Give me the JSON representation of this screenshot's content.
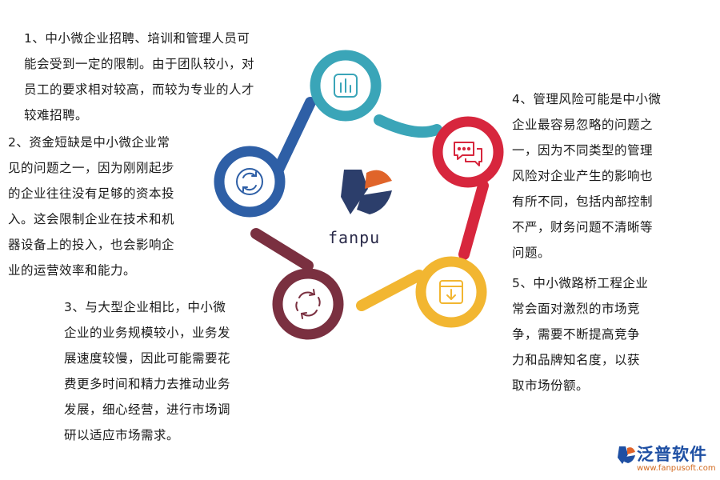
{
  "paragraphs": {
    "p1": "1、中小微企业招聘、培训和管理人员可\n能会受到一定的限制。由于团队较小，对\n员工的要求相对较高，而较为专业的人才\n较难招聘。",
    "p2": "2、资金短缺是中小微企业常\n见的问题之一，因为刚刚起步\n的企业往往没有足够的资本投\n入。这会限制企业在技术和机\n器设备上的投入，也会影响企\n业的运营效率和能力。",
    "p3": "3、与大型企业相比，中小微\n企业的业务规模较小，业务发\n展速度较慢，因此可能需要花\n费更多时间和精力去推动业务\n发展，细心经营，进行市场调\n研以适应市场需求。",
    "p4": "4、管理风险可能是中小微\n企业最容易忽略的问题之\n一，因为不同类型的管理\n风险对企业产生的影响也\n有所不同，包括内部控制\n不严，财务问题不清晰等\n问题。",
    "p5": "5、中小微路桥工程企业\n常会面对激烈的市场竞\n争，需要不断提高竞争\n力和品牌知名度，以获\n取市场份额。"
  },
  "center": {
    "brand": "fanpu"
  },
  "footer": {
    "brand": "泛普软件",
    "url": "www.fanpusoft.com"
  },
  "nodes": [
    {
      "id": "teal",
      "color": "#3aa5b8",
      "icon": "chart-icon"
    },
    {
      "id": "red",
      "color": "#d7263d",
      "icon": "chat-icon"
    },
    {
      "id": "yellow",
      "color": "#f2b631",
      "icon": "download-box-icon"
    },
    {
      "id": "maroon",
      "color": "#7a3040",
      "icon": "cycle-arrows-icon"
    },
    {
      "id": "blue",
      "color": "#2e5fa6",
      "icon": "refresh-icon"
    }
  ]
}
